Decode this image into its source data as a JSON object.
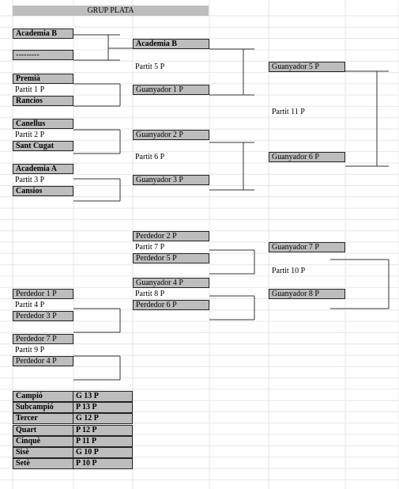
{
  "header": {
    "title": "GRUP PLATA"
  },
  "round1": {
    "t1a": "Academia B",
    "t1b": "---------",
    "t2a": "Premià",
    "m1": "Partit 1 P",
    "t2b": "Rancios",
    "t3a": "Canellus",
    "m2": "Partit 2 P",
    "t3b": "Sant Cugat",
    "t4a": "Academia A",
    "m3": "Partit 3 P",
    "t4b": "Cansios"
  },
  "round2": {
    "r1": "Academia B",
    "m5": "Partit 5 P",
    "r2": "Guanyador 1 P",
    "r3": "Guanyador 2 P",
    "m6": "Partit 6 P",
    "r4": "Guanyador 3 P"
  },
  "round3": {
    "s1": "Guanyador 5 P",
    "m11": "Partit 11 P",
    "s2": "Guanyador 6 P"
  },
  "losers": {
    "p1": "Perdedor 2 P",
    "m7": "Partit 7 P",
    "p2": "Perdedor 5 P",
    "p3": "Guanyador 4 P",
    "m8": "Partit 8 P",
    "p4": "Perdedor 6 P",
    "q1": "Guanyador 7 P",
    "m10": "Partit 10 P",
    "q2": "Guanyador 8 P"
  },
  "leftlosers": {
    "l1": "Perdedor 1 P",
    "m4": "Partit 4 P",
    "l2": "Perdedor 3 P",
    "l3": "Perdedor 7 P",
    "m9": "Partit 9 P",
    "l4": "Perdedor 4 P"
  },
  "ranking": [
    {
      "place": "Campió",
      "match": "G 13 P"
    },
    {
      "place": "Subcampió",
      "match": "P 13 P"
    },
    {
      "place": "Tercer",
      "match": "G 12 P"
    },
    {
      "place": "Quart",
      "match": "P 12 P"
    },
    {
      "place": "Cinquè",
      "match": "P 11 P"
    },
    {
      "place": "Sisè",
      "match": "G 10 P"
    },
    {
      "place": "Setè",
      "match": "P 10 P"
    }
  ]
}
